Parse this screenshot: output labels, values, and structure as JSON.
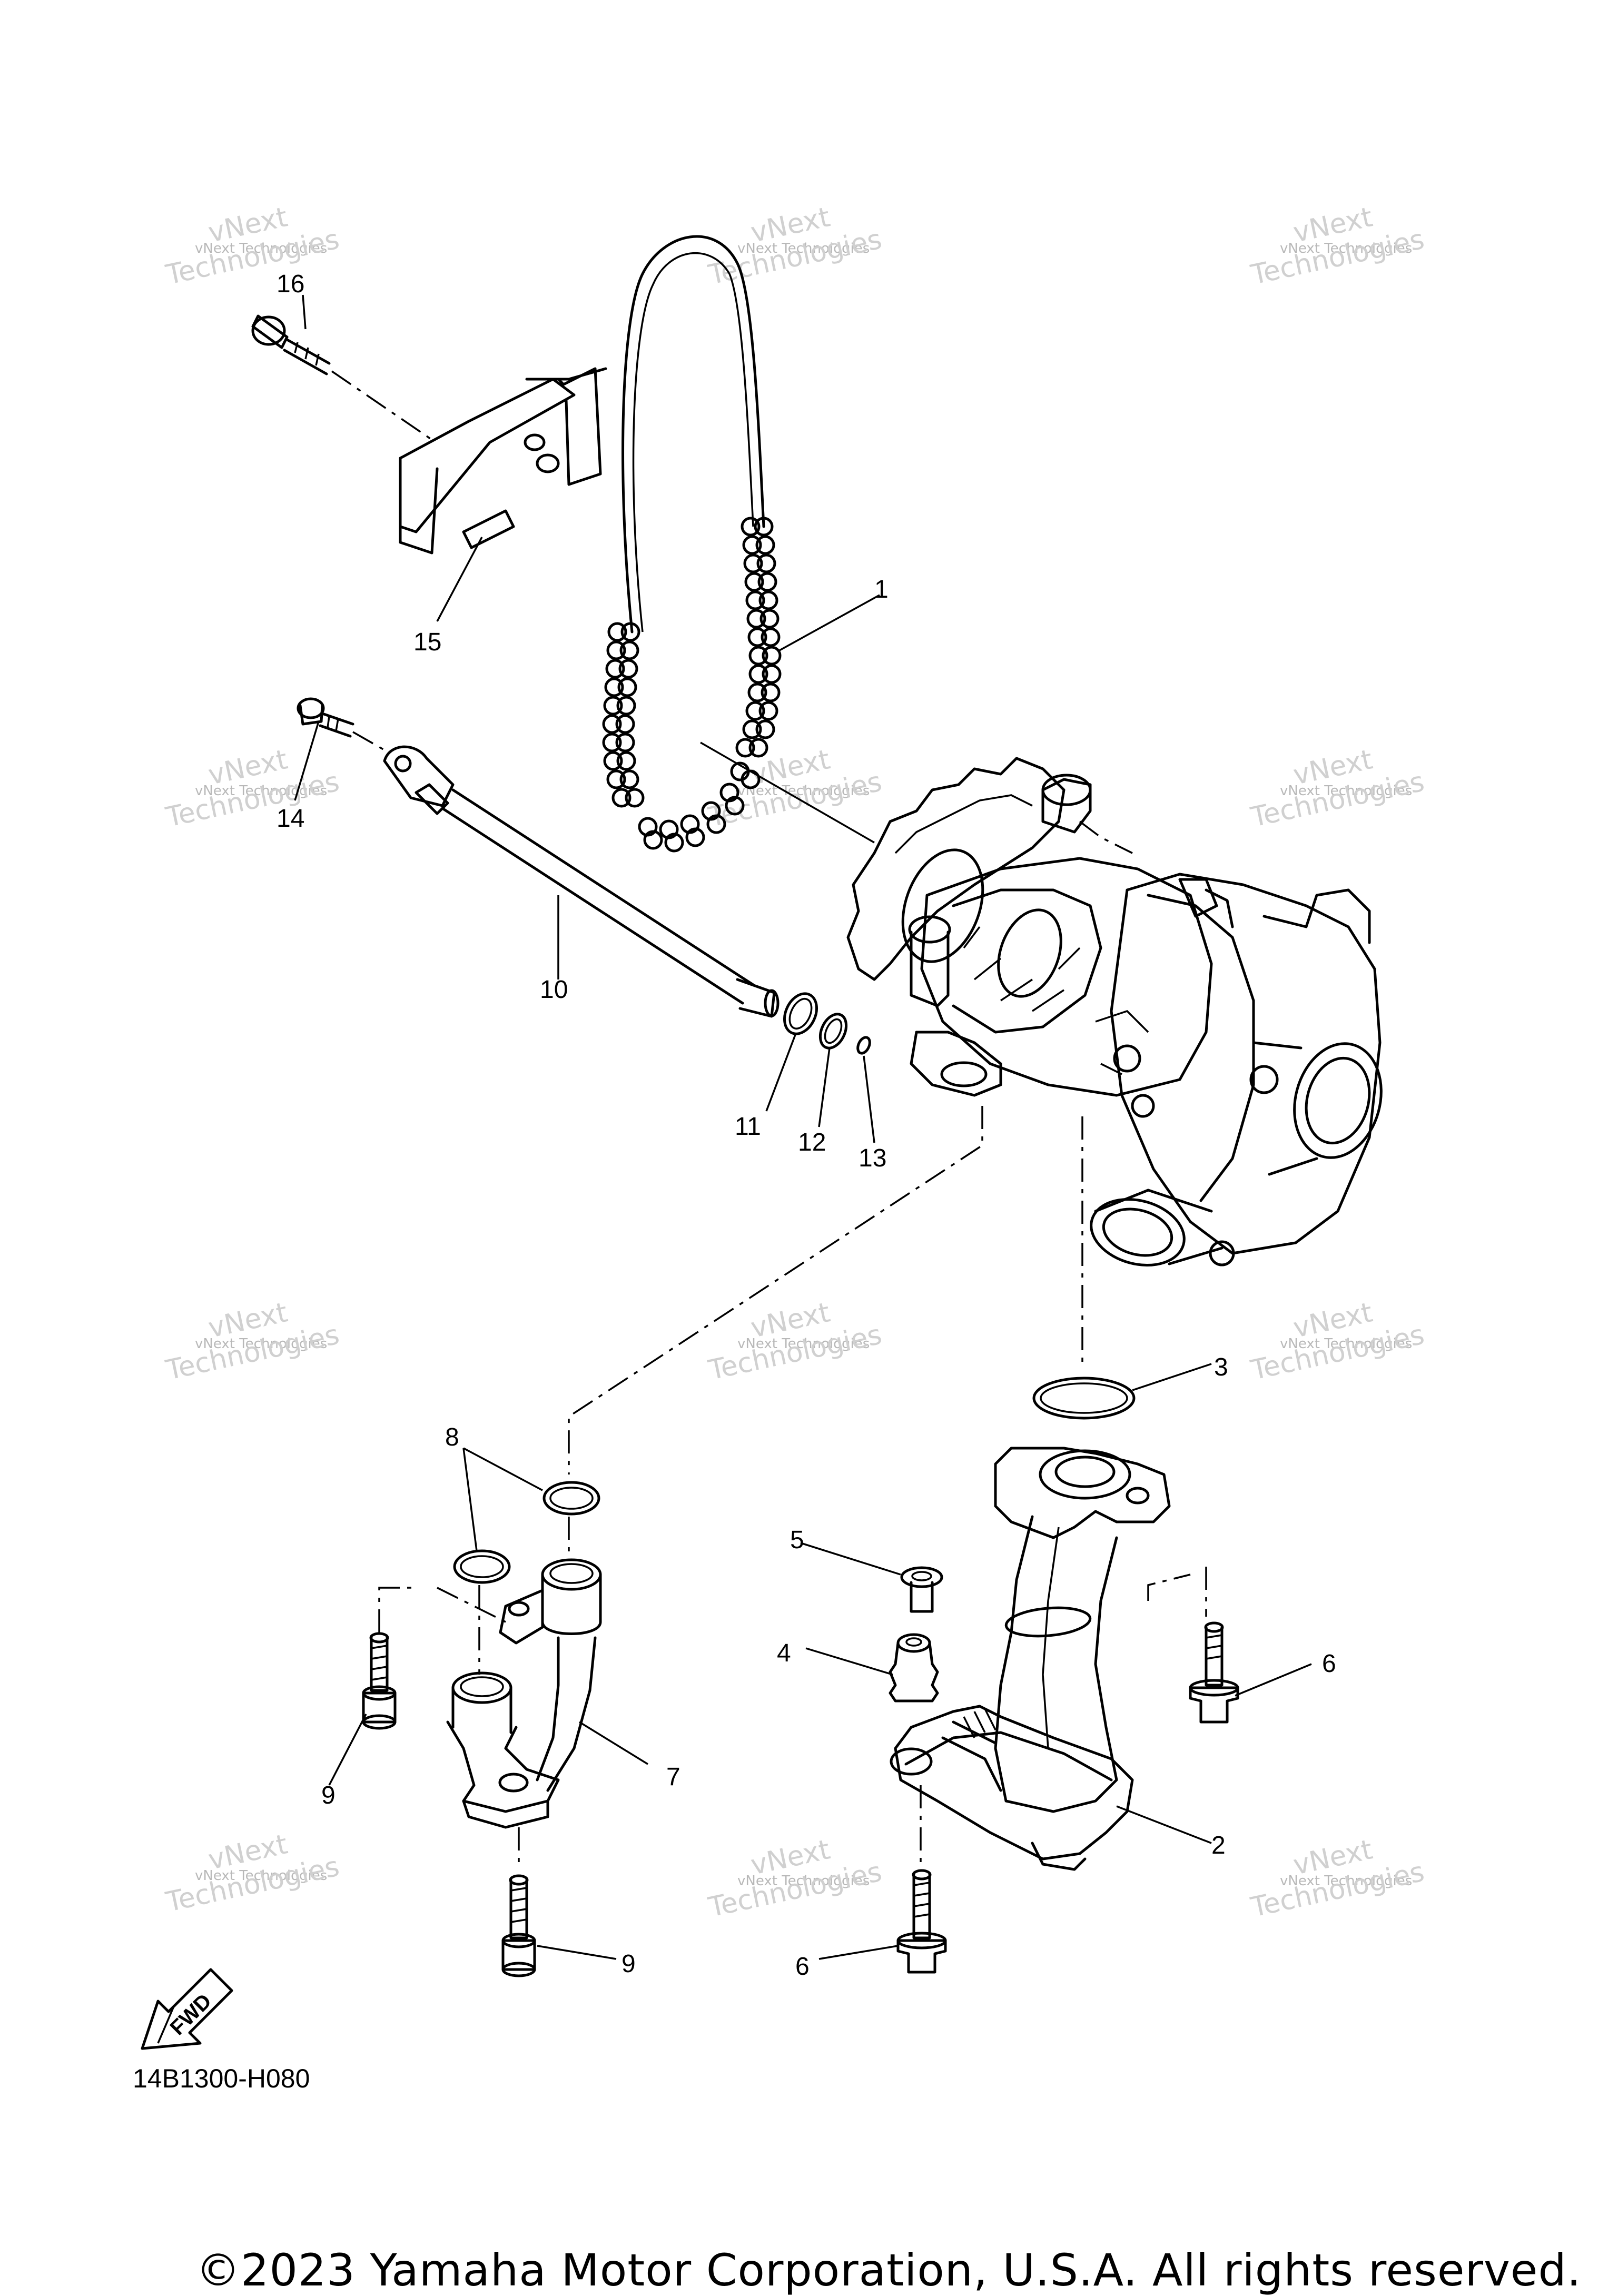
{
  "diagram": {
    "code": "14B1300-H080",
    "copyright": "©2023 Yamaha Motor Corporation, U.S.A. All rights reserved.",
    "fwd_label": "FWD",
    "watermark": {
      "line1": "vNext Technologies",
      "line2a": "vNext",
      "line2b": "Technologies"
    },
    "callouts": [
      {
        "id": "c1",
        "text": "1"
      },
      {
        "id": "c2",
        "text": "2"
      },
      {
        "id": "c3",
        "text": "3"
      },
      {
        "id": "c4",
        "text": "4"
      },
      {
        "id": "c5",
        "text": "5"
      },
      {
        "id": "c6a",
        "text": "6"
      },
      {
        "id": "c6b",
        "text": "6"
      },
      {
        "id": "c7",
        "text": "7"
      },
      {
        "id": "c8",
        "text": "8"
      },
      {
        "id": "c9a",
        "text": "9"
      },
      {
        "id": "c9b",
        "text": "9"
      },
      {
        "id": "c10",
        "text": "10"
      },
      {
        "id": "c11",
        "text": "11"
      },
      {
        "id": "c12",
        "text": "12"
      },
      {
        "id": "c13",
        "text": "13"
      },
      {
        "id": "c14",
        "text": "14"
      },
      {
        "id": "c15",
        "text": "15"
      },
      {
        "id": "c16",
        "text": "16"
      }
    ]
  }
}
